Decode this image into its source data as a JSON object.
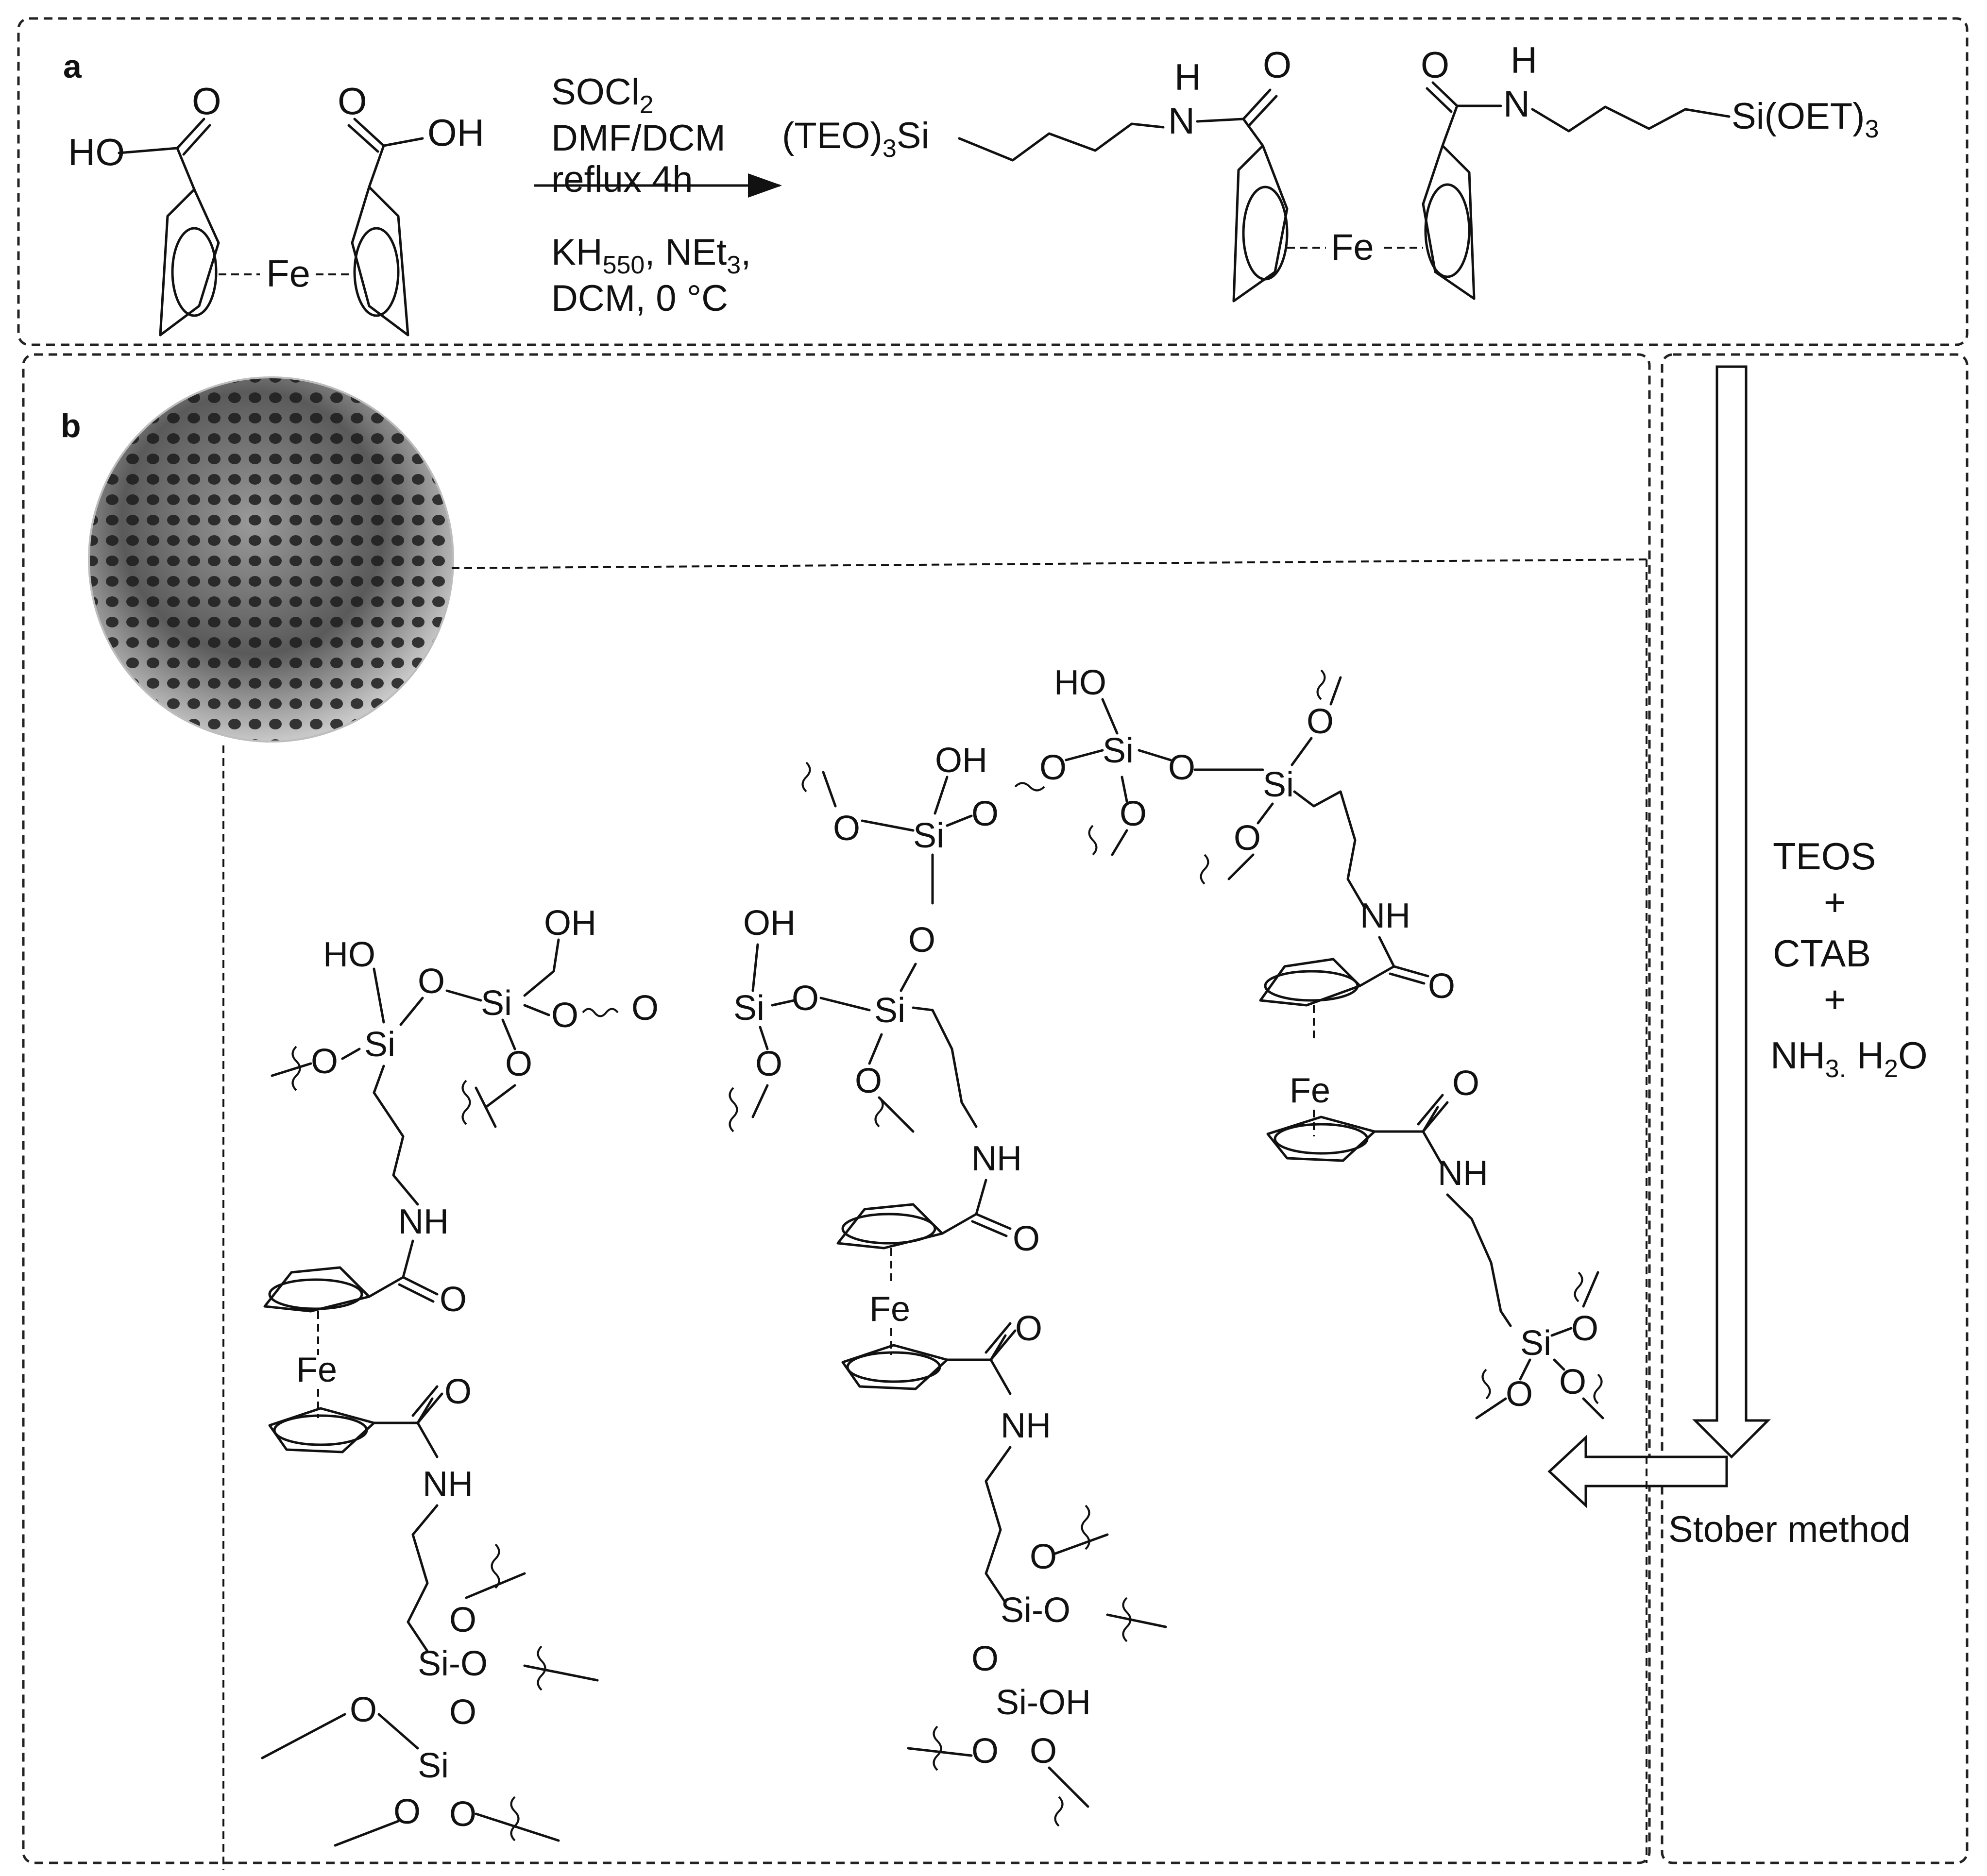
{
  "panel_a": {
    "letter": "a",
    "reactant": {
      "ho_left": "HO",
      "oh_right": "OH",
      "o_left": "O",
      "o_right": "O",
      "fe": "Fe"
    },
    "conditions": {
      "line1_main": "SOCl",
      "line1_sub": "2",
      "line2": "DMF/DCM",
      "line3": "reflux 4h",
      "line4_a": "KH",
      "line4_sub": "550",
      "line4_b": ", NEt",
      "line4_sub2": "3",
      "line4_c": ",",
      "line5": "DCM, 0 °C"
    },
    "product": {
      "left_group_a": "(TEO)",
      "left_group_sub": "3",
      "left_group_b": "Si",
      "h_left": "H",
      "n_left": "N",
      "o_left": "O",
      "o_right": "O",
      "h_right": "H",
      "n_right": "N",
      "right_group_a": "Si(OET)",
      "right_group_sub": "3",
      "fe": "Fe"
    }
  },
  "panel_b": {
    "letter": "b",
    "atoms": {
      "oh": "OH",
      "ho": "HO",
      "si": "Si",
      "o": "O",
      "nh": "NH",
      "fe": "Fe",
      "si_o": "Si-O",
      "si_oh": "Si-OH"
    }
  },
  "side_panel": {
    "reagent1": "TEOS",
    "plus": "+",
    "reagent2": "CTAB",
    "reagent3_a": "NH",
    "reagent3_sub": "3.",
    "reagent3_b": " H",
    "reagent3_sub2": "2",
    "reagent3_c": "O",
    "method": "Stober method"
  }
}
